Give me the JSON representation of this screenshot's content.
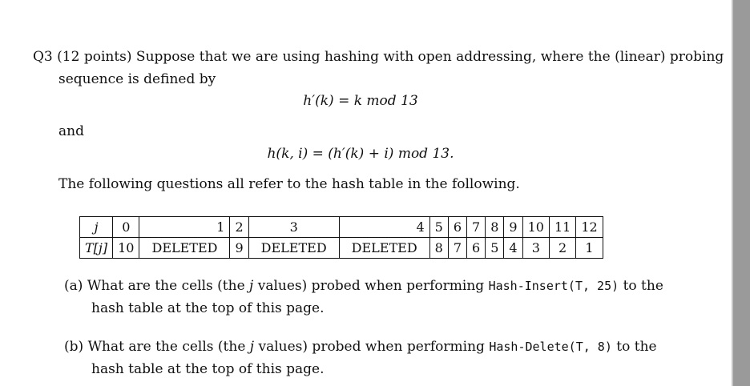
{
  "question": {
    "label": "Q3",
    "intro_line1": "(12 points) Suppose that we are using hashing with open addressing, where the (linear) probing",
    "intro_line2": "sequence is defined by",
    "formula1": "h′(k) = k mod 13",
    "and_word": "and",
    "formula2": "h(k, i) = (h′(k) + i) mod 13.",
    "following": "The following questions all refer to the hash table in the following."
  },
  "hash_table": {
    "index_header": "j",
    "value_header": "T[j]",
    "indices": [
      "0",
      "1",
      "2",
      "3",
      "4",
      "5",
      "6",
      "7",
      "8",
      "9",
      "10",
      "11",
      "12"
    ],
    "values": [
      "10",
      "DELETED",
      "9",
      "DELETED",
      "DELETED",
      "8",
      "7",
      "6",
      "5",
      "4",
      "3",
      "2",
      "1"
    ]
  },
  "parts": {
    "a": {
      "label": "(a)",
      "text_before": "What are the cells (the",
      "var": "j",
      "text_mid": "values) probed when performing",
      "code": "Hash-Insert(T, 25)",
      "text_after": "to the",
      "line2": "hash table at the top of this page."
    },
    "b": {
      "label": "(b)",
      "text_before": "What are the cells (the",
      "var": "j",
      "text_mid": "values) probed when performing",
      "code": "Hash-Delete(T, 8)",
      "text_after": "to the",
      "line2": "hash table at the top of this page."
    }
  }
}
